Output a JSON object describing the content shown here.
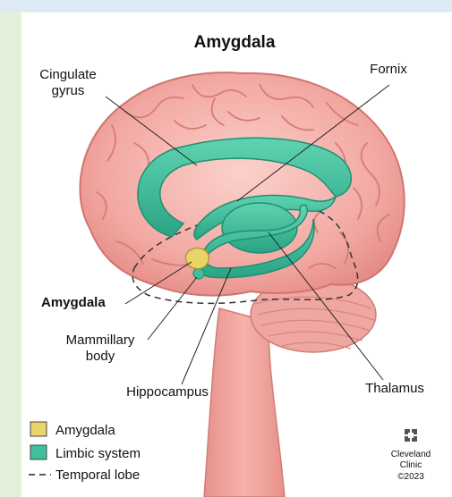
{
  "title": "Amygdala",
  "labels": {
    "cingulate_gyrus_line1": "Cingulate",
    "cingulate_gyrus_line2": "gyrus",
    "fornix": "Fornix",
    "amygdala": "Amygdala",
    "mammillary_line1": "Mammillary",
    "mammillary_line2": "body",
    "hippocampus": "Hippocampus",
    "thalamus": "Thalamus"
  },
  "legend": [
    {
      "label": "Amygdala",
      "color": "#e9d468"
    },
    {
      "label": "Limbic system",
      "color": "#3fbf9c"
    },
    {
      "label": "Temporal lobe",
      "color": "#222222"
    }
  ],
  "credit": {
    "line1": "Cleveland",
    "line2": "Clinic",
    "line3": "©2023"
  },
  "colors": {
    "brain": "#f2a8a4",
    "brain_dark": "#d97b78",
    "limbic": "#3fbf9c",
    "limbic_dark": "#1f8f72",
    "amygdala": "#e9d468",
    "stem": "#f0a19a"
  }
}
